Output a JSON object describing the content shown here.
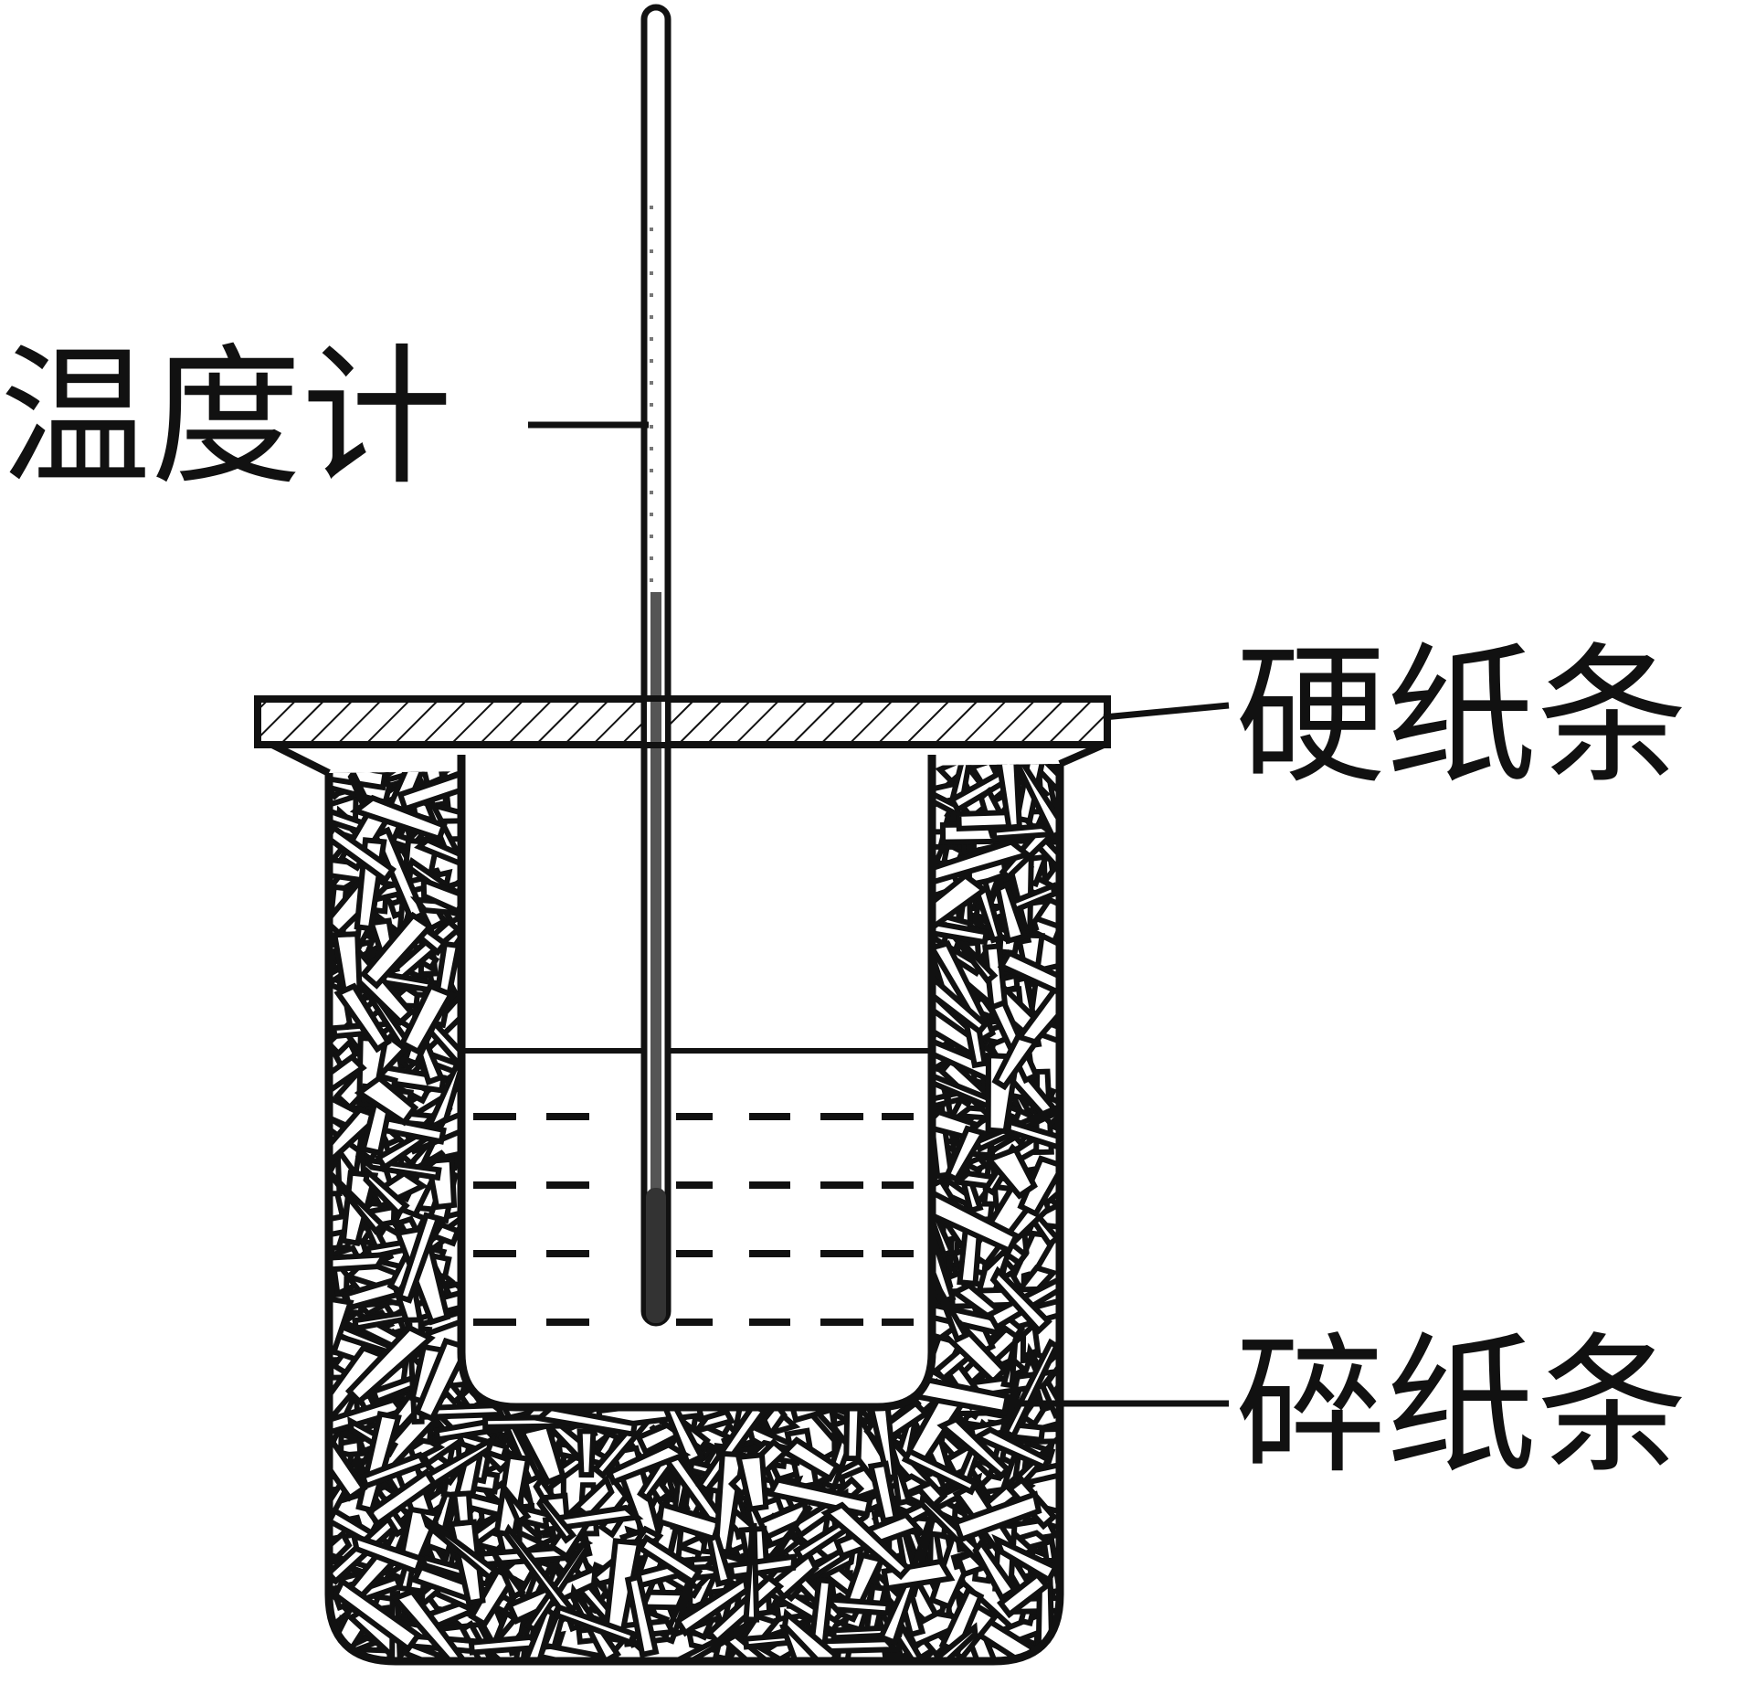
{
  "labels": {
    "thermometer": "温度计",
    "hard_paper_strip": "硬纸条",
    "shredded_paper": "碎纸条"
  },
  "colors": {
    "ink": "#111111",
    "background": "#ffffff",
    "thermometer_liquid": "#666666"
  }
}
